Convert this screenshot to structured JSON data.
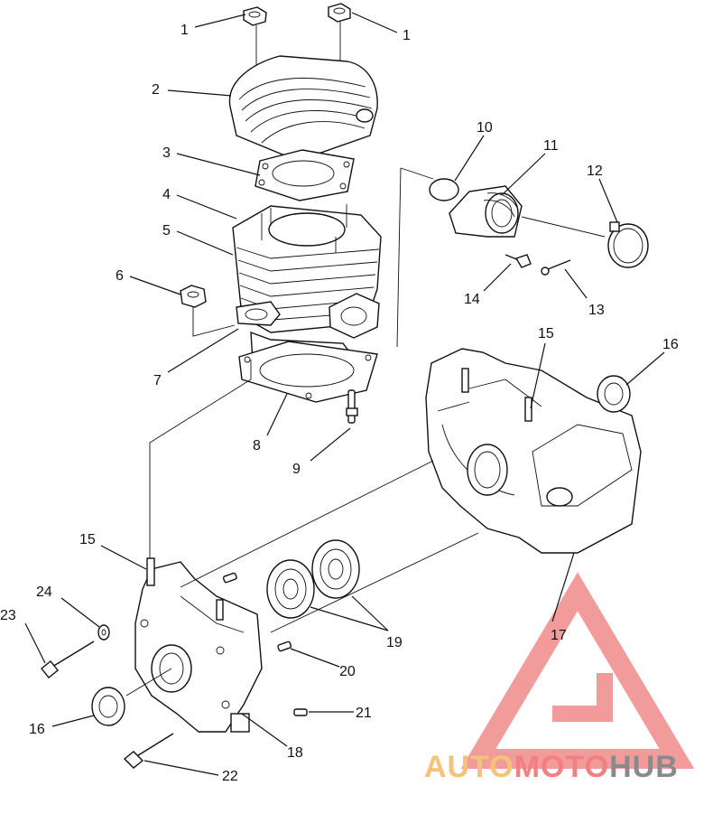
{
  "diagram": {
    "labels": {
      "l1a": "1",
      "l1b": "1",
      "l2": "2",
      "l3": "3",
      "l4": "4",
      "l5": "5",
      "l6": "6",
      "l7": "7",
      "l8": "8",
      "l9": "9",
      "l10": "10",
      "l11": "11",
      "l12": "12",
      "l13": "13",
      "l14": "14",
      "l15a": "15",
      "l15b": "15",
      "l16a": "16",
      "l16b": "16",
      "l17": "17",
      "l18": "18",
      "l19": "19",
      "l20": "20",
      "l21": "21",
      "l22": "22",
      "l23": "23",
      "l24": "24"
    }
  },
  "watermark": {
    "part1": "AUTO",
    "part2": "MOTO",
    "part3": "HUB",
    "colors": {
      "auto": "#f5c27a",
      "moto": "#f28080",
      "hub": "#8a8a8a",
      "logo": "#f08a8a"
    }
  }
}
